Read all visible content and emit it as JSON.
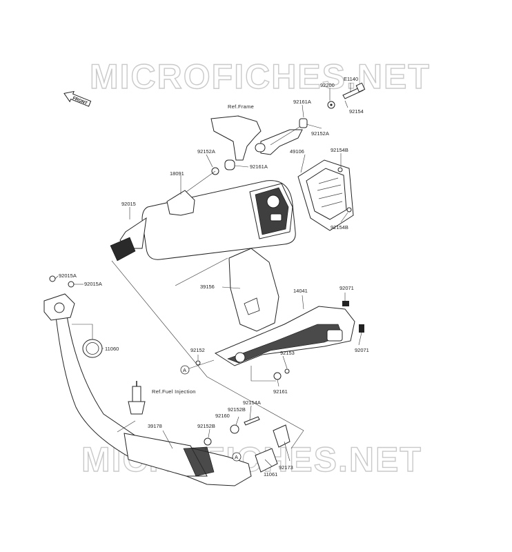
{
  "watermark": {
    "text": "MICROFICHES.NET"
  },
  "front_badge": {
    "text": "FRONT"
  },
  "references": {
    "frame": "Ref.Frame",
    "fuel_injection": "Ref.Fuel Injection"
  },
  "callout_marker": "A",
  "part_labels": {
    "p_e1140": "E1140",
    "p_92200": "92200",
    "p_92154": "92154",
    "p_92161a_top": "92161A",
    "p_92152a_top": "92152A",
    "p_92152a_mid": "92152A",
    "p_92161a_mid": "92161A",
    "p_49106": "49106",
    "p_92154b_top": "92154B",
    "p_92154b_bot": "92154B",
    "p_18091": "18091",
    "p_92015": "92015",
    "p_92015a_1": "92015A",
    "p_92015a_2": "92015A",
    "p_39156": "39156",
    "p_14041": "14041",
    "p_92071_top": "92071",
    "p_92071_bot": "92071",
    "p_11060": "11060",
    "p_92152": "92152",
    "p_92153": "92153",
    "p_92161": "92161",
    "p_92154a": "92154A",
    "p_92152b_1": "92152B",
    "p_92160": "92160",
    "p_92152b_2": "92152B",
    "p_39178": "39178",
    "p_11061": "11061",
    "p_92173": "92173"
  }
}
